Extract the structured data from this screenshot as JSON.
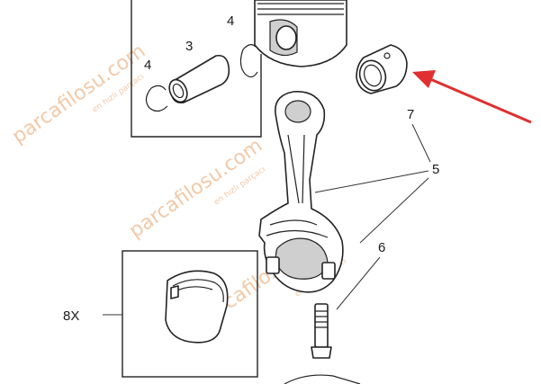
{
  "callouts": {
    "pin_retainer_top": "4",
    "piston_pin": "3",
    "pin_retainer_left": "4",
    "bushing": "7",
    "connecting_rod": "5",
    "rod_bolt": "6",
    "bearing_qty": "8X"
  },
  "watermarks": {
    "brand": "parcafilosu.com",
    "tagline": "en hızlı parçacı"
  },
  "colors": {
    "arrow": "#e03030",
    "watermark": "#f2c9a8",
    "line": "#222222"
  }
}
